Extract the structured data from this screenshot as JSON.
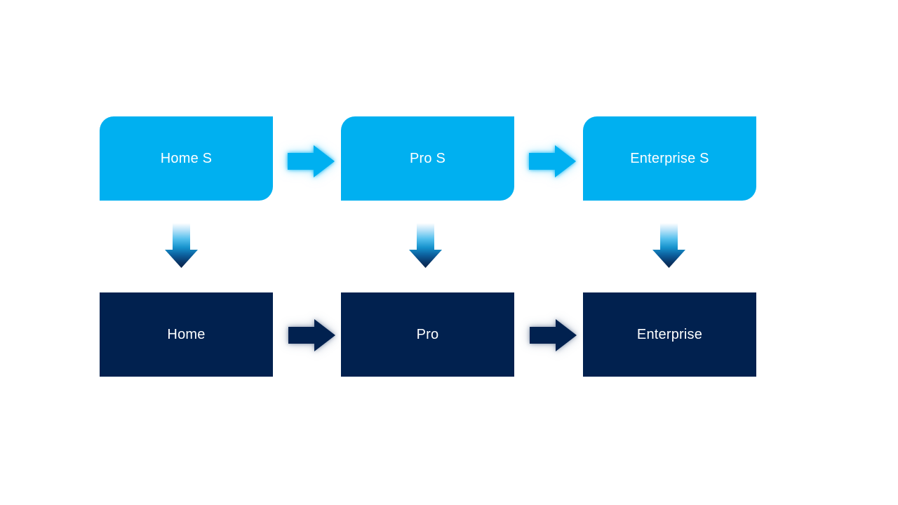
{
  "page": {
    "background": "#ffffff",
    "description": "Two-tier product flow diagram: S-tier editions flowing down to base editions"
  },
  "colors": {
    "tier_s_box_fill": "#00b0f0",
    "tier_base_box_fill": "#01214f",
    "label_text": "#ffffff",
    "top_arrow_fill": "#00b0f0",
    "top_arrow_glow": "#60d6ff",
    "bottom_arrow_fill": "#01214f",
    "bottom_arrow_glow": "#93a7c4",
    "down_arrow_gradient": [
      "#ffffff",
      "#bde4f9",
      "#56c0ed",
      "#1691cc",
      "#0c5e9b",
      "#0a3566",
      "#0b2549"
    ]
  },
  "diagram": {
    "type": "flow",
    "columns": [
      {
        "top_label": "Home S",
        "bottom_label": "Home"
      },
      {
        "top_label": "Pro S",
        "bottom_label": "Pro"
      },
      {
        "top_label": "Enterprise S",
        "bottom_label": "Enterprise"
      }
    ],
    "flow_direction_horizontal": "left-to-right",
    "flow_direction_vertical": "top-to-bottom"
  }
}
